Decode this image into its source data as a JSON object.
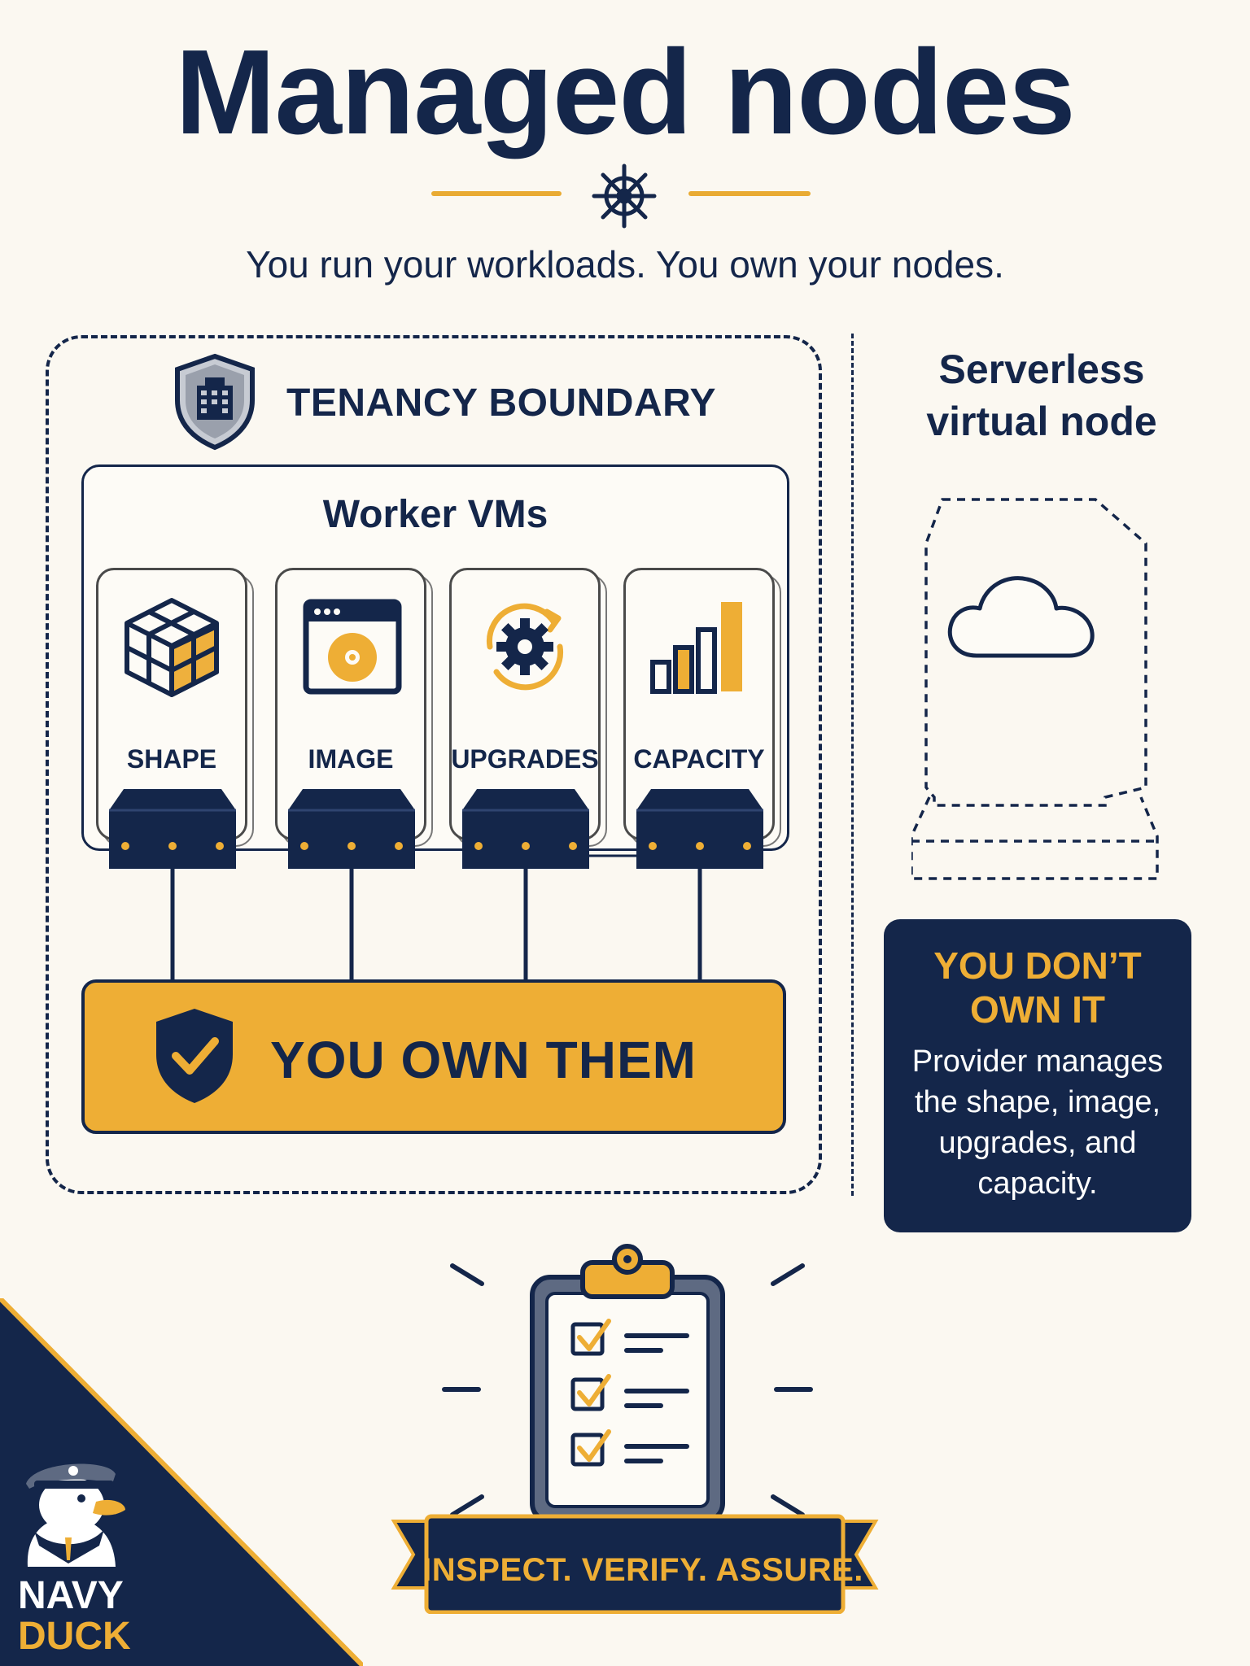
{
  "header": {
    "title": "Managed nodes",
    "subtitle": "You run your workloads. You own your nodes."
  },
  "tenancy": {
    "label": "TENANCY BOUNDARY",
    "worker_title": "Worker VMs",
    "cards": [
      {
        "label": "SHAPE",
        "icon": "cube-icon"
      },
      {
        "label": "IMAGE",
        "icon": "disk-image-icon"
      },
      {
        "label": "UPGRADES",
        "icon": "gear-refresh-icon"
      },
      {
        "label": "CAPACITY",
        "icon": "bar-chart-icon"
      }
    ],
    "own_label": "YOU OWN THEM"
  },
  "serverless": {
    "title_line1": "Serverless",
    "title_line2": "virtual node",
    "dont_title_line1": "YOU DON’T",
    "dont_title_line2": "OWN IT",
    "dont_body_lines": [
      "Provider manages",
      "the shape, image,",
      "upgrades, and",
      "capacity."
    ]
  },
  "footer": {
    "banner": "INSPECT. VERIFY. ASSURE."
  },
  "brand": {
    "line1": "NAVY",
    "line2": "DUCK"
  },
  "colors": {
    "navy": "#14264a",
    "gold": "#eeae35",
    "background": "#fbf8f1"
  }
}
